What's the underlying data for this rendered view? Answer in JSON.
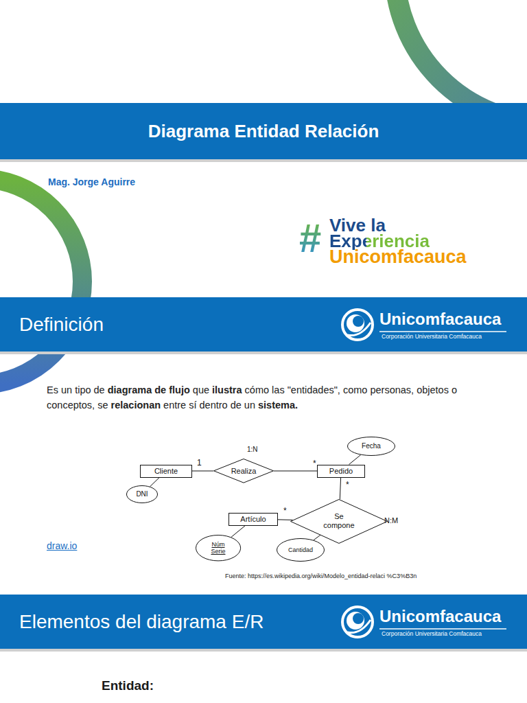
{
  "diagram": {
    "nodes": [
      {
        "text": [
          "Diagrama Entidad Relación"
        ]
      },
      {
        "text": [
          "Definición"
        ]
      },
      {
        "text": [
          "Fecha"
        ]
      },
      {
        "text": [
          "Cliente"
        ]
      },
      {
        "text": [
          "Realiza"
        ]
      },
      {
        "text": [
          "Pedido"
        ]
      },
      {
        "text": [
          "DNI"
        ]
      },
      {
        "text": [
          "Artículo"
        ]
      },
      {
        "text": [
          "Se compone"
        ]
      },
      {
        "text": [
          "Núm Serie"
        ]
      },
      {
        "text": [
          "Cantidad"
        ]
      },
      {
        "text": [
          "Elementos del diagrama E/R"
        ]
      }
    ],
    "edges": [
      {
        "from": 3,
        "to": 4,
        "arrow": "none",
        "label": "1"
      },
      {
        "from": 4,
        "to": 5,
        "arrow": "none",
        "label": "*"
      },
      {
        "from": 5,
        "to": 8,
        "arrow": "none",
        "label": "*"
      },
      {
        "from": 8,
        "to": 7,
        "arrow": "none",
        "label": "*"
      },
      {
        "from": 5,
        "to": 2,
        "arrow": "none"
      },
      {
        "from": 3,
        "to": 6,
        "arrow": "none"
      },
      {
        "from": 7,
        "to": 9,
        "arrow": "none"
      },
      {
        "from": 8,
        "to": 10,
        "arrow": "none"
      }
    ],
    "labels": [
      "Mag. Jorge Aguirre",
      "#",
      "Vive la",
      "Experiencia",
      "Unicomfacauca",
      "Unicomfacauca",
      "Corporación Universitaria Comfacauca",
      "Es un tipo de diagrama de flujo que ilustra cómo las \"entidades\", como personas, objetos o conceptos, se relacionan entre sí dentro de un sistema.",
      "1:N",
      "N:M",
      "draw.io",
      "Fuente: https://es.wikipedia.org/wiki/Modelo_entidad-relaci %C3%B3n",
      "Unicomfacauca",
      "Corporación Universitaria Comfacauca",
      "Entidad:"
    ]
  }
}
